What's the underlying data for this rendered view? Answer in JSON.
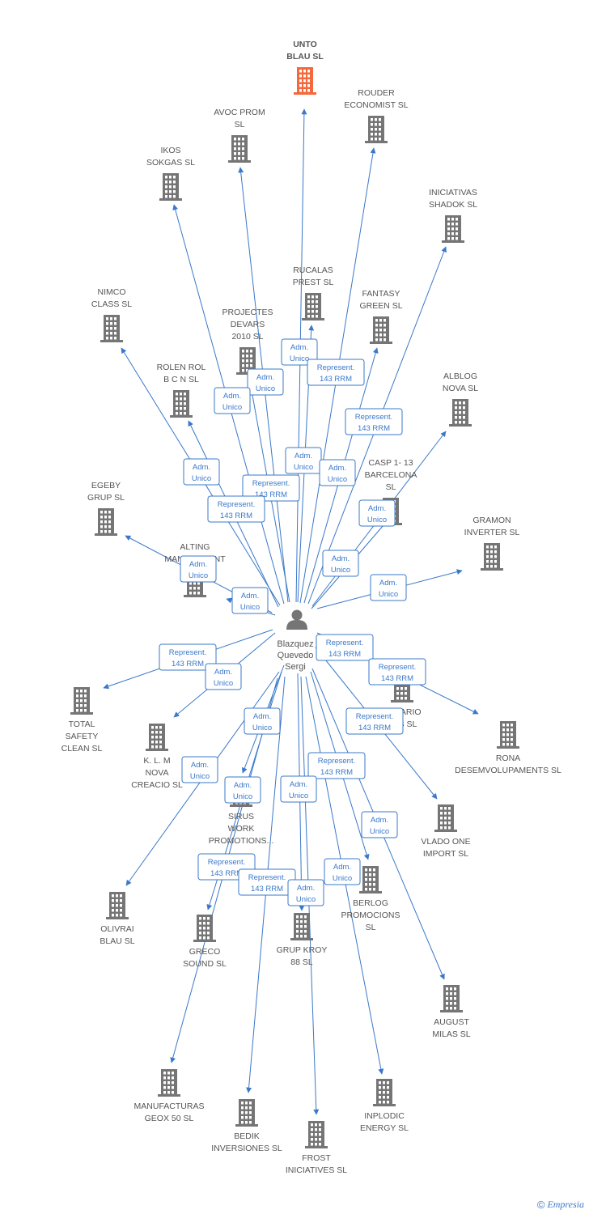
{
  "center": {
    "name_lines": [
      "Blazquez",
      "Quevedo",
      "Sergi"
    ],
    "icon": "person-icon"
  },
  "colors": {
    "edge": "#3a78c9",
    "building": "#757575",
    "highlight": "#f4683c",
    "rel_text": "#3a78c9"
  },
  "companies": [
    {
      "id": "unto-blau",
      "label_lines": [
        "UNTO",
        "BLAU  SL"
      ],
      "highlight": true
    },
    {
      "id": "rouder",
      "label_lines": [
        "ROUDER",
        "ECONOMIST SL"
      ]
    },
    {
      "id": "avoc-prom",
      "label_lines": [
        "AVOC PROM",
        "SL"
      ]
    },
    {
      "id": "ikos-sokgas",
      "label_lines": [
        "IKOS",
        "SOKGAS  SL"
      ]
    },
    {
      "id": "iniciativas-shadok",
      "label_lines": [
        "INICIATIVAS",
        "SHADOK  SL"
      ]
    },
    {
      "id": "rucalas-prest",
      "label_lines": [
        "RUCALAS",
        "PREST  SL"
      ]
    },
    {
      "id": "fantasy-green",
      "label_lines": [
        "FANTASY",
        "GREEN  SL"
      ]
    },
    {
      "id": "nimco-class",
      "label_lines": [
        "NIMCO",
        "CLASS  SL"
      ]
    },
    {
      "id": "projectes-devars",
      "label_lines": [
        "PROJECTES",
        "DEVARS",
        "2010 SL"
      ]
    },
    {
      "id": "rolen-rol",
      "label_lines": [
        "ROLEN ROL",
        "B C N SL"
      ]
    },
    {
      "id": "alblog-nova",
      "label_lines": [
        "ALBLOG",
        "NOVA  SL"
      ]
    },
    {
      "id": "casp",
      "label_lines": [
        "CASP 1- 13",
        "BARCELONA",
        "SL"
      ]
    },
    {
      "id": "egeby-grup",
      "label_lines": [
        "EGEBY",
        "GRUP  SL"
      ]
    },
    {
      "id": "gramon-inverter",
      "label_lines": [
        "GRAMON",
        "INVERTER  SL"
      ]
    },
    {
      "id": "alting",
      "label_lines": [
        "ALTING",
        "MANAGEMENT"
      ]
    },
    {
      "id": "ontario",
      "label_lines": [
        "ONTARIO",
        "OLS  SL"
      ]
    },
    {
      "id": "rona",
      "label_lines": [
        "RONA",
        "DESEMVOLUPAMENTS SL"
      ]
    },
    {
      "id": "total-safety",
      "label_lines": [
        "TOTAL",
        "SAFETY",
        "CLEAN  SL"
      ]
    },
    {
      "id": "klm-nova",
      "label_lines": [
        "K.  L.  M",
        "NOVA",
        "CREACIO SL"
      ]
    },
    {
      "id": "sirus-work",
      "label_lines": [
        "SIRUS",
        "WORK",
        "PROMOTIONS..."
      ]
    },
    {
      "id": "vlado-one",
      "label_lines": [
        "VLADO ONE",
        "IMPORT  SL"
      ]
    },
    {
      "id": "berlog",
      "label_lines": [
        "BERLOG",
        "PROMOCIONS",
        "SL"
      ]
    },
    {
      "id": "olivrai",
      "label_lines": [
        "OLIVRAI",
        "BLAU SL"
      ]
    },
    {
      "id": "greco-sound",
      "label_lines": [
        "GRECO",
        "SOUND  SL"
      ]
    },
    {
      "id": "grup-kroy",
      "label_lines": [
        "GRUP KROY",
        "88 SL"
      ]
    },
    {
      "id": "august-milas",
      "label_lines": [
        "AUGUST",
        "MILAS  SL"
      ]
    },
    {
      "id": "manufacturas",
      "label_lines": [
        "MANUFACTURAS",
        "GEOX 50 SL"
      ]
    },
    {
      "id": "bedik",
      "label_lines": [
        "BEDIK",
        "INVERSIONES SL"
      ]
    },
    {
      "id": "inplodic",
      "label_lines": [
        "INPLODIC",
        "ENERGY  SL"
      ]
    },
    {
      "id": "frost",
      "label_lines": [
        "FROST",
        "INICIATIVES  SL"
      ]
    }
  ],
  "relations": [
    {
      "lines": [
        "Adm.",
        "Unico"
      ]
    },
    {
      "lines": [
        "Represent.",
        "143 RRM"
      ]
    },
    {
      "lines": [
        "Adm.",
        "Unico"
      ]
    },
    {
      "lines": [
        "Adm.",
        "Unico"
      ]
    },
    {
      "lines": [
        "Represent.",
        "143 RRM"
      ]
    },
    {
      "lines": [
        "Adm.",
        "Unico"
      ]
    },
    {
      "lines": [
        "Adm.",
        "Unico"
      ]
    },
    {
      "lines": [
        "Adm.",
        "Unico"
      ]
    },
    {
      "lines": [
        "Represent.",
        "143 RRM"
      ]
    },
    {
      "lines": [
        "Represent.",
        "143 RRM"
      ]
    },
    {
      "lines": [
        "Adm.",
        "Unico"
      ]
    },
    {
      "lines": [
        "Adm.",
        "Unico"
      ]
    },
    {
      "lines": [
        "Adm.",
        "Unico"
      ]
    },
    {
      "lines": [
        "Adm.",
        "Unico"
      ]
    },
    {
      "lines": [
        "Adm.",
        "Unico"
      ]
    },
    {
      "lines": [
        "Represent.",
        "143 RRM"
      ]
    },
    {
      "lines": [
        "Represent.",
        "143 RRM"
      ]
    },
    {
      "lines": [
        "Represent.",
        "143 RRM"
      ]
    },
    {
      "lines": [
        "Adm.",
        "Unico"
      ]
    },
    {
      "lines": [
        "Adm.",
        "Unico"
      ]
    },
    {
      "lines": [
        "Represent.",
        "143 RRM"
      ]
    },
    {
      "lines": [
        "Adm.",
        "Unico"
      ]
    },
    {
      "lines": [
        "Adm.",
        "Unico"
      ]
    },
    {
      "lines": [
        "Represent.",
        "143 RRM"
      ]
    },
    {
      "lines": [
        "Adm.",
        "Unico"
      ]
    },
    {
      "lines": [
        "Adm.",
        "Unico"
      ]
    },
    {
      "lines": [
        "Represent.",
        "143 RRM"
      ]
    },
    {
      "lines": [
        "Represent.",
        "143 RRM"
      ]
    },
    {
      "lines": [
        "Adm.",
        "Unico"
      ]
    },
    {
      "lines": [
        "Adm.",
        "Unico"
      ]
    }
  ],
  "footer": {
    "copyright": "©",
    "brand": "Empresia"
  }
}
